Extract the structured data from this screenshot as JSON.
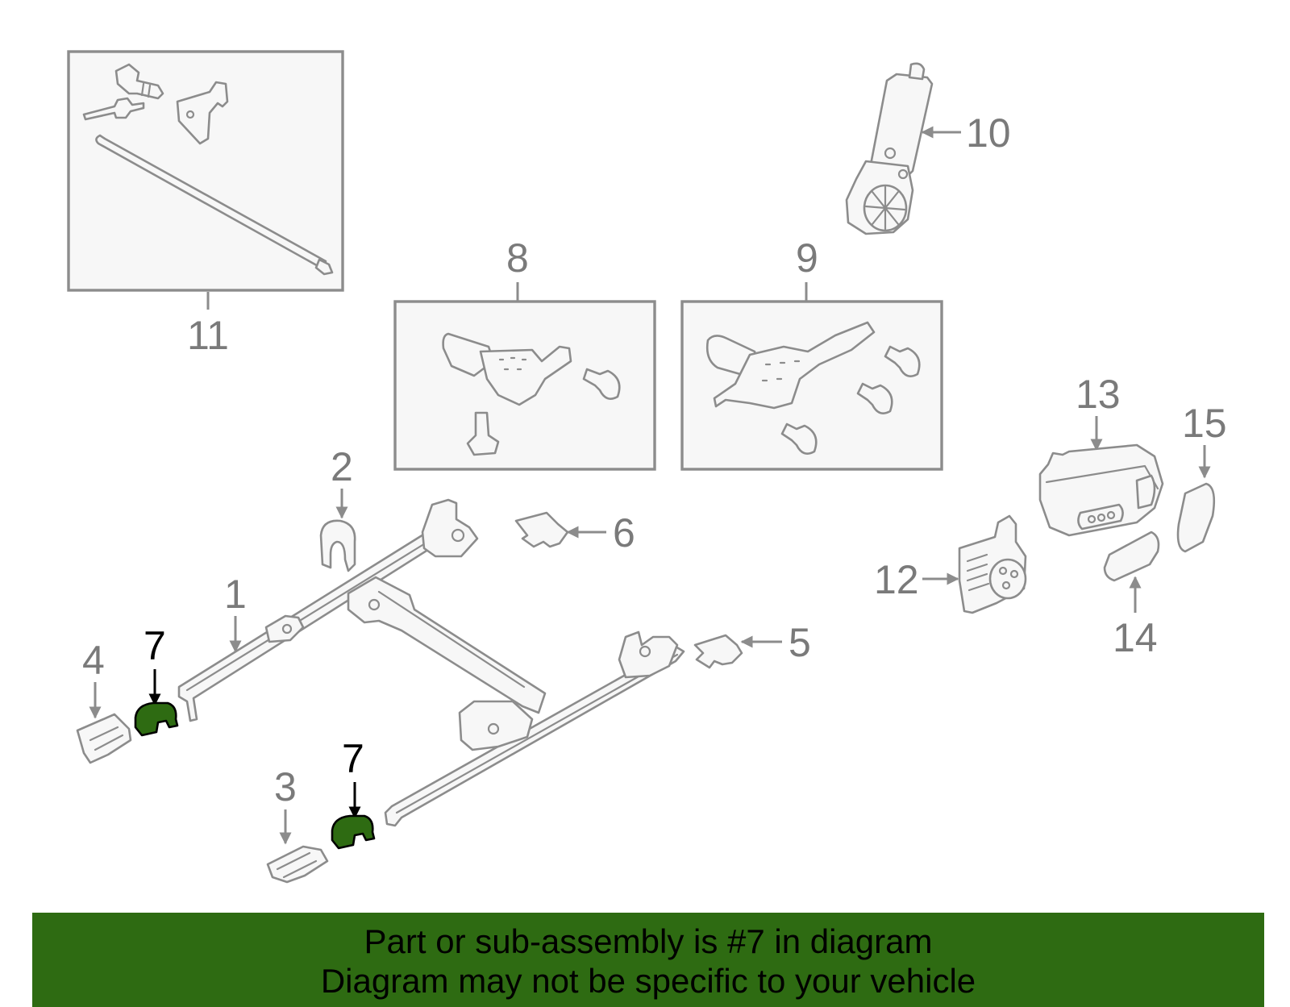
{
  "banner": {
    "line1": "Part or sub-assembly is #7 in diagram",
    "line2": "Diagram may not be specific to your vehicle"
  },
  "callouts": {
    "c1": "1",
    "c2": "2",
    "c3": "3",
    "c4": "4",
    "c5": "5",
    "c6": "6",
    "c7a": "7",
    "c7b": "7",
    "c8": "8",
    "c9": "9",
    "c10": "10",
    "c11": "11",
    "c12": "12",
    "c13": "13",
    "c14": "14",
    "c15": "15"
  },
  "colors": {
    "highlight": "#2e6b12",
    "line": "#8c8c8c",
    "label": "#7a7a7a"
  }
}
